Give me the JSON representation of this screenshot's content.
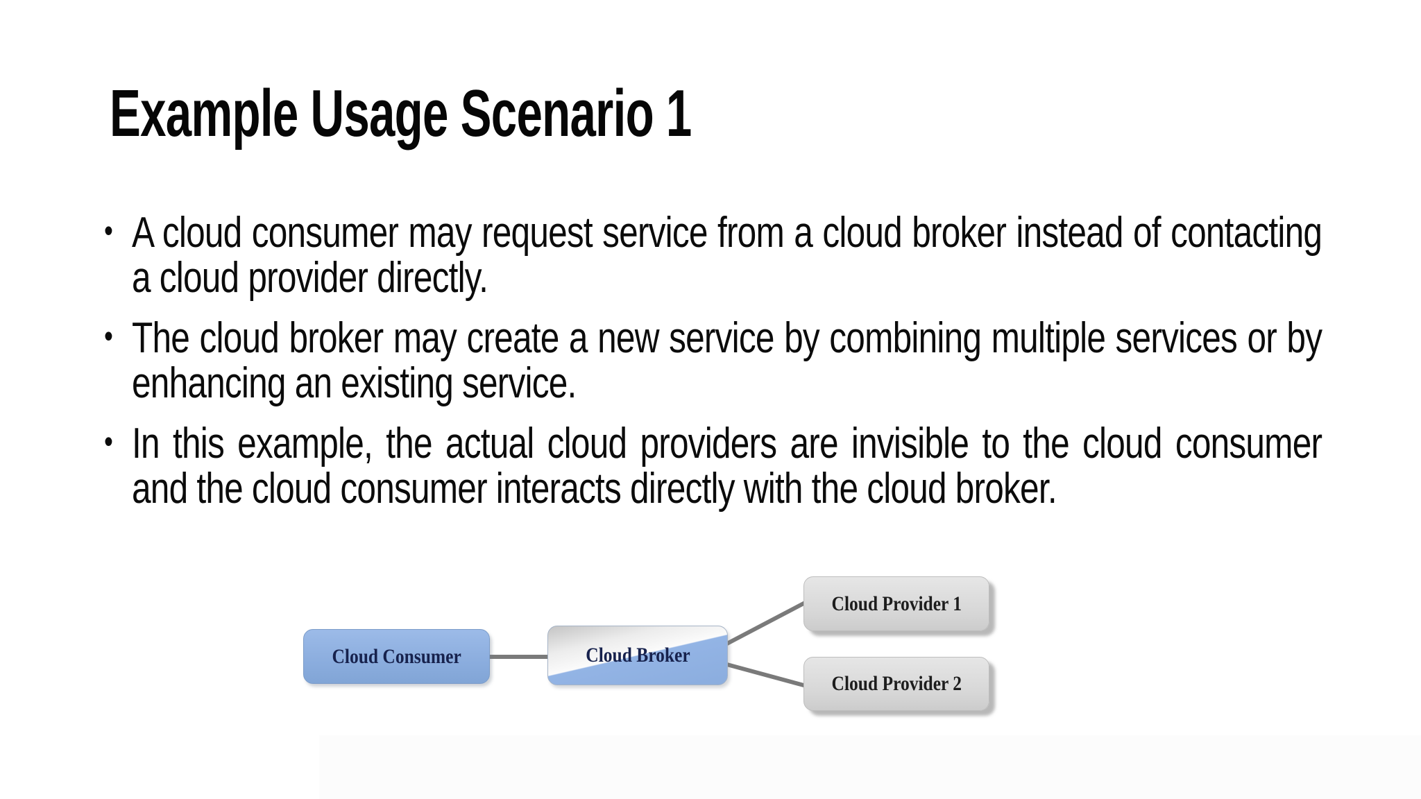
{
  "slide": {
    "title": "Example Usage Scenario 1",
    "bullet_glyph": "•",
    "bullets": [
      "A cloud consumer may request service from a cloud broker instead of contacting a cloud provider directly.",
      "The cloud broker may create a new service by combining multiple services or by enhancing an existing service.",
      "In this example, the actual cloud providers are invisible to the cloud consumer and the cloud consumer interacts directly with the cloud broker."
    ]
  },
  "diagram": {
    "nodes": {
      "consumer": {
        "label": "Cloud Consumer"
      },
      "broker": {
        "label": "Cloud Broker"
      },
      "provider1": {
        "label": "Cloud Provider 1"
      },
      "provider2": {
        "label": "Cloud Provider 2"
      }
    }
  },
  "colors": {
    "node_blue": "#8badde",
    "node_blue_light": "#9cbbe8",
    "broker_gray": "#c4c4c4",
    "node_gray": "#d6d6d6",
    "node_gray_light": "#e6e6e6",
    "connector": "#7a7a7a",
    "text_navy": "#17224d",
    "text_dark": "#1d1d1d"
  }
}
